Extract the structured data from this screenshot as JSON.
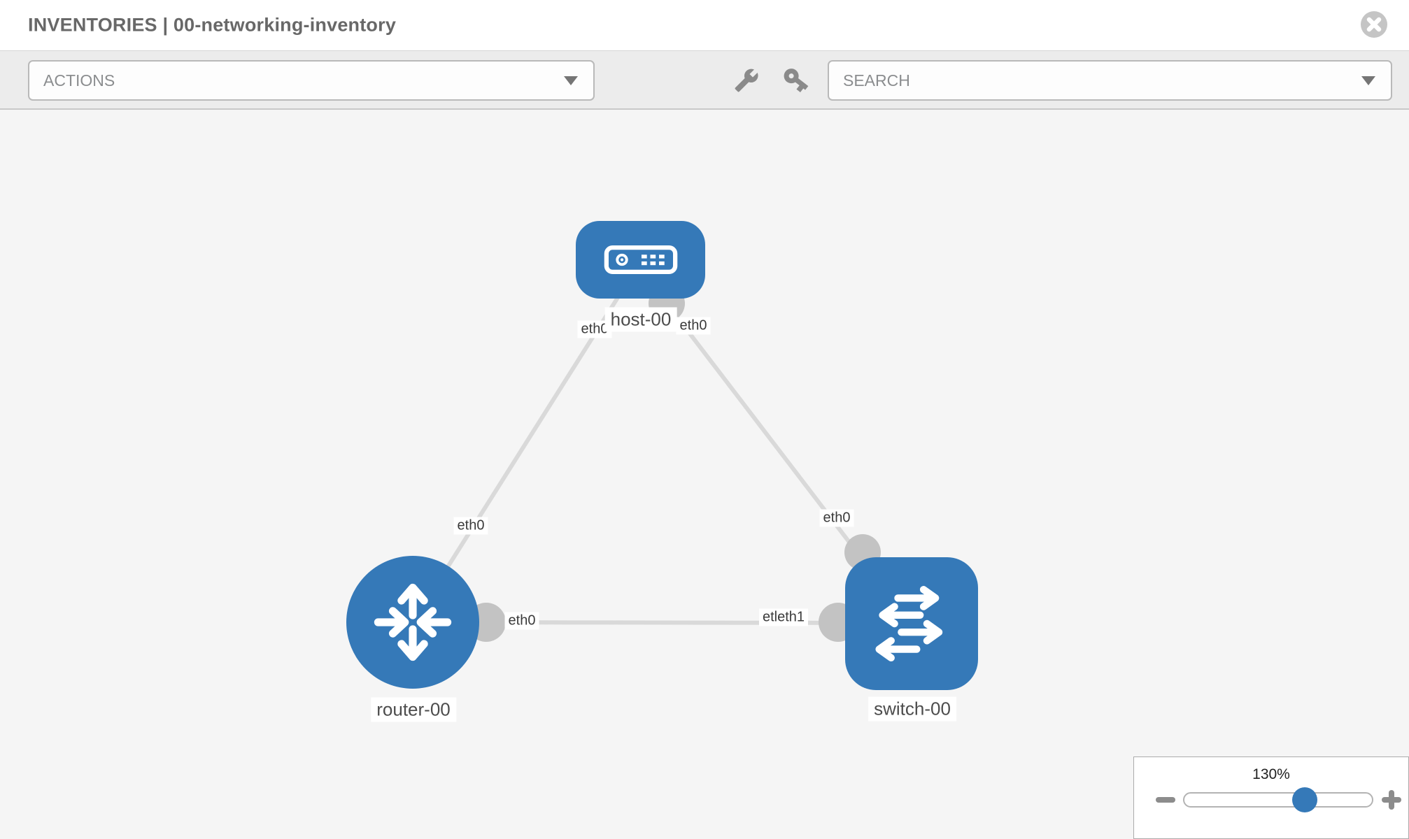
{
  "window": {
    "title": "INVENTORIES | 00-networking-inventory"
  },
  "toolbar": {
    "actions_dropdown": {
      "label": "ACTIONS"
    },
    "search_dropdown": {
      "placeholder": "SEARCH"
    },
    "tools": [
      {
        "icon": "wrench-icon"
      },
      {
        "icon": "key-icon"
      }
    ]
  },
  "topology": {
    "nodes": [
      {
        "label": "host-00",
        "type": "host"
      },
      {
        "label": "router-00",
        "type": "router"
      },
      {
        "label": "switch-00",
        "type": "switch"
      }
    ],
    "links": [
      {
        "from": "host-00",
        "to": "router-00"
      },
      {
        "from": "host-00",
        "to": "switch-00"
      },
      {
        "from": "router-00",
        "to": "switch-00"
      }
    ],
    "ifaces": {
      "host_left": "eth0",
      "host_right": "eth0",
      "router_top": "eth0",
      "switch_top": "eth0",
      "router_right": "eth0",
      "switch_left": "etleth1"
    }
  },
  "zoom_control": {
    "value": "130%"
  },
  "colors": {
    "node_blue": "#3579b8",
    "link_gray": "#d9d9d9",
    "port_gray": "#c3c3c3",
    "canvas_bg": "#f5f5f5",
    "toolbar_bg": "#ececec"
  }
}
